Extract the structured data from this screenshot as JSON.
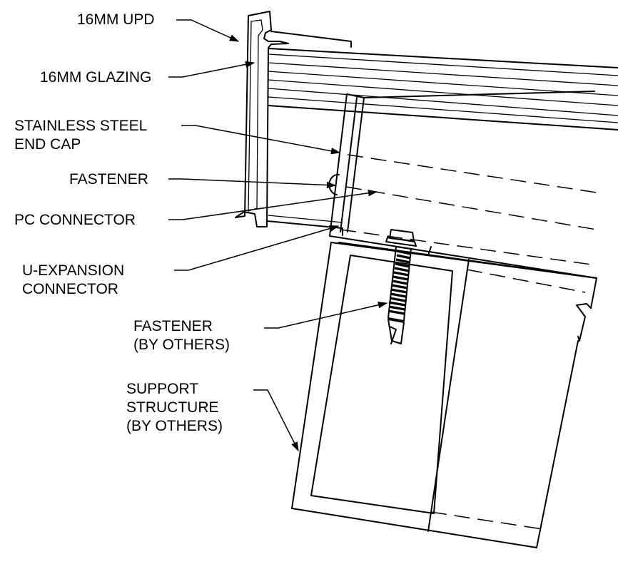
{
  "callouts": {
    "upd": "16MM UPD",
    "glazing": "16MM GLAZING",
    "end_cap_1": "STAINLESS STEEL",
    "end_cap_2": "END CAP",
    "fastener": "FASTENER",
    "pc_connector": "PC CONNECTOR",
    "u_expansion_1": "U-EXPANSION",
    "u_expansion_2": "CONNECTOR",
    "fastener_others_1": "FASTENER",
    "fastener_others_2": "(BY OTHERS)",
    "support_1": "SUPPORT",
    "support_2": "STRUCTURE",
    "support_3": "(BY OTHERS)"
  }
}
